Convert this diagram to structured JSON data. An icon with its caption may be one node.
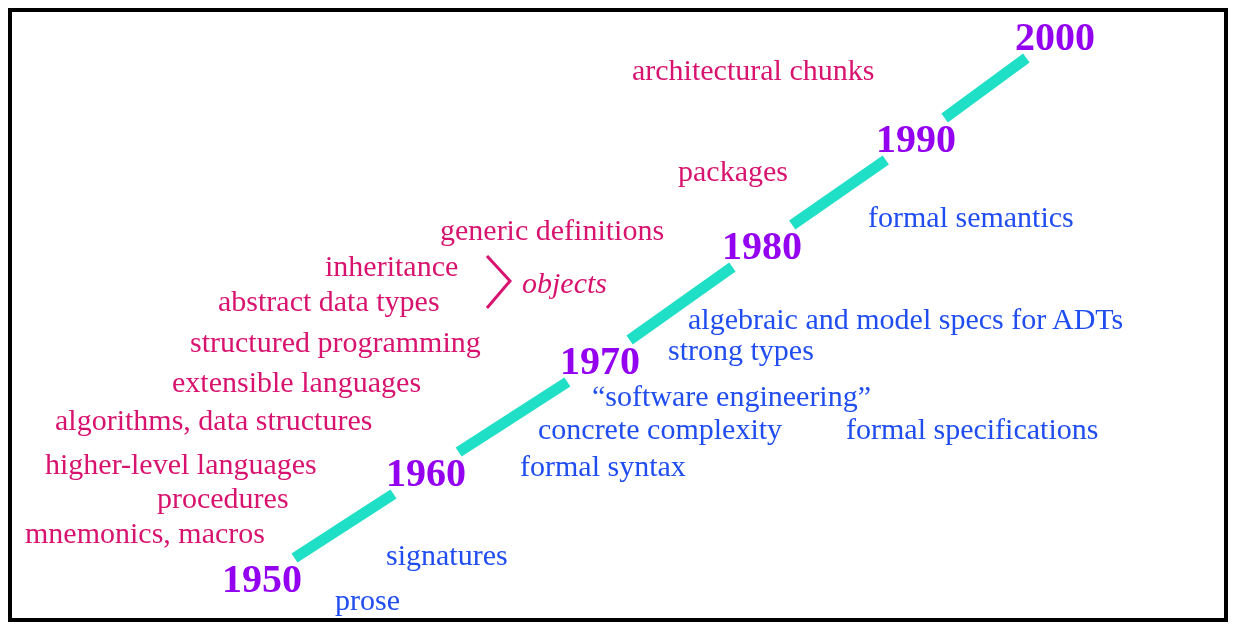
{
  "diagram": {
    "nodes": [
      {
        "text": [
          "1950"
        ]
      },
      {
        "text": [
          "1960"
        ]
      },
      {
        "text": [
          "1970"
        ]
      },
      {
        "text": [
          "1980"
        ]
      },
      {
        "text": [
          "1990"
        ]
      },
      {
        "text": [
          "2000"
        ]
      }
    ],
    "edges": [
      {
        "from": 0,
        "to": 1,
        "arrow": "none"
      },
      {
        "from": 1,
        "to": 2,
        "arrow": "none"
      },
      {
        "from": 2,
        "to": 3,
        "arrow": "none"
      },
      {
        "from": 3,
        "to": 4,
        "arrow": "none"
      },
      {
        "from": 4,
        "to": 5,
        "arrow": "none"
      }
    ],
    "labels": [
      "architectural chunks",
      "packages",
      "formal semantics",
      "generic definitions",
      "inheritance",
      "objects",
      "abstract data types",
      "algebraic and model specs for ADTs",
      "structured programming",
      "strong types",
      "extensible languages",
      "“software engineering”",
      "algorithms, data structures",
      "concrete complexity",
      "formal specifications",
      "higher-level languages",
      "formal syntax",
      "procedures",
      "mnemonics, macros",
      "signatures",
      "prose"
    ]
  }
}
